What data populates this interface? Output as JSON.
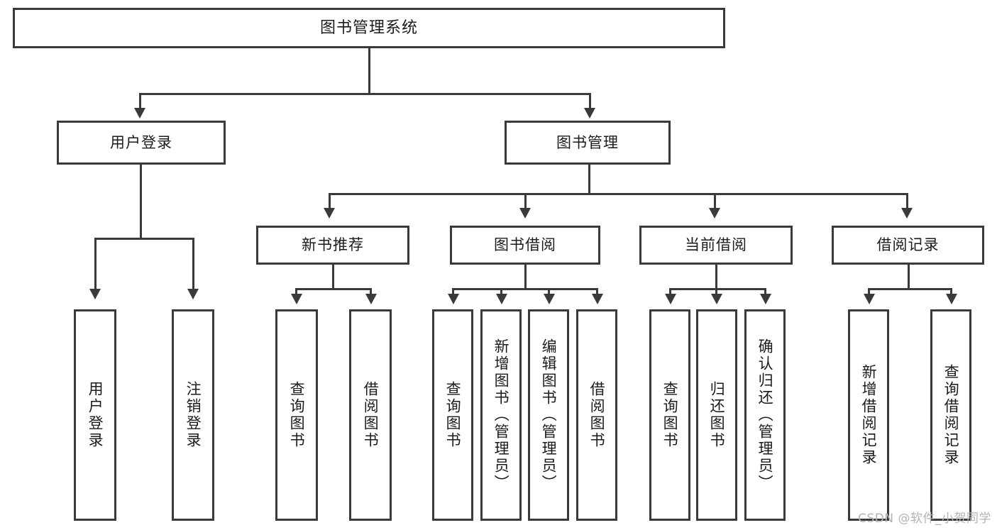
{
  "diagram": {
    "title": "图书管理系统",
    "root": {
      "label": "图书管理系统"
    },
    "level2": [
      {
        "label": "用户登录"
      },
      {
        "label": "图书管理"
      }
    ],
    "level3": [
      {
        "label": "新书推荐"
      },
      {
        "label": "图书借阅"
      },
      {
        "label": "当前借阅"
      },
      {
        "label": "借阅记录"
      }
    ],
    "leaves": {
      "user_login": [
        {
          "label": "用户登录"
        },
        {
          "label": "注销登录"
        }
      ],
      "new_book_recommend": [
        {
          "label": "查询图书"
        },
        {
          "label": "借阅图书"
        }
      ],
      "book_borrow": [
        {
          "label": "查询图书"
        },
        {
          "label": "新增图书（管理员）"
        },
        {
          "label": "编辑图书（管理员）"
        },
        {
          "label": "借阅图书"
        }
      ],
      "current_borrow": [
        {
          "label": "查询图书"
        },
        {
          "label": "归还图书"
        },
        {
          "label": "确认归还（管理员）"
        }
      ],
      "borrow_record": [
        {
          "label": "新增借阅记录"
        },
        {
          "label": "查询借阅记录"
        }
      ]
    }
  },
  "watermark": {
    "text": "CSDN @软件_小贺同学"
  },
  "colors": {
    "line": "#3a3a3a",
    "background": "#ffffff",
    "text": "#1b1b1b",
    "watermark": "#b4b4b4"
  }
}
